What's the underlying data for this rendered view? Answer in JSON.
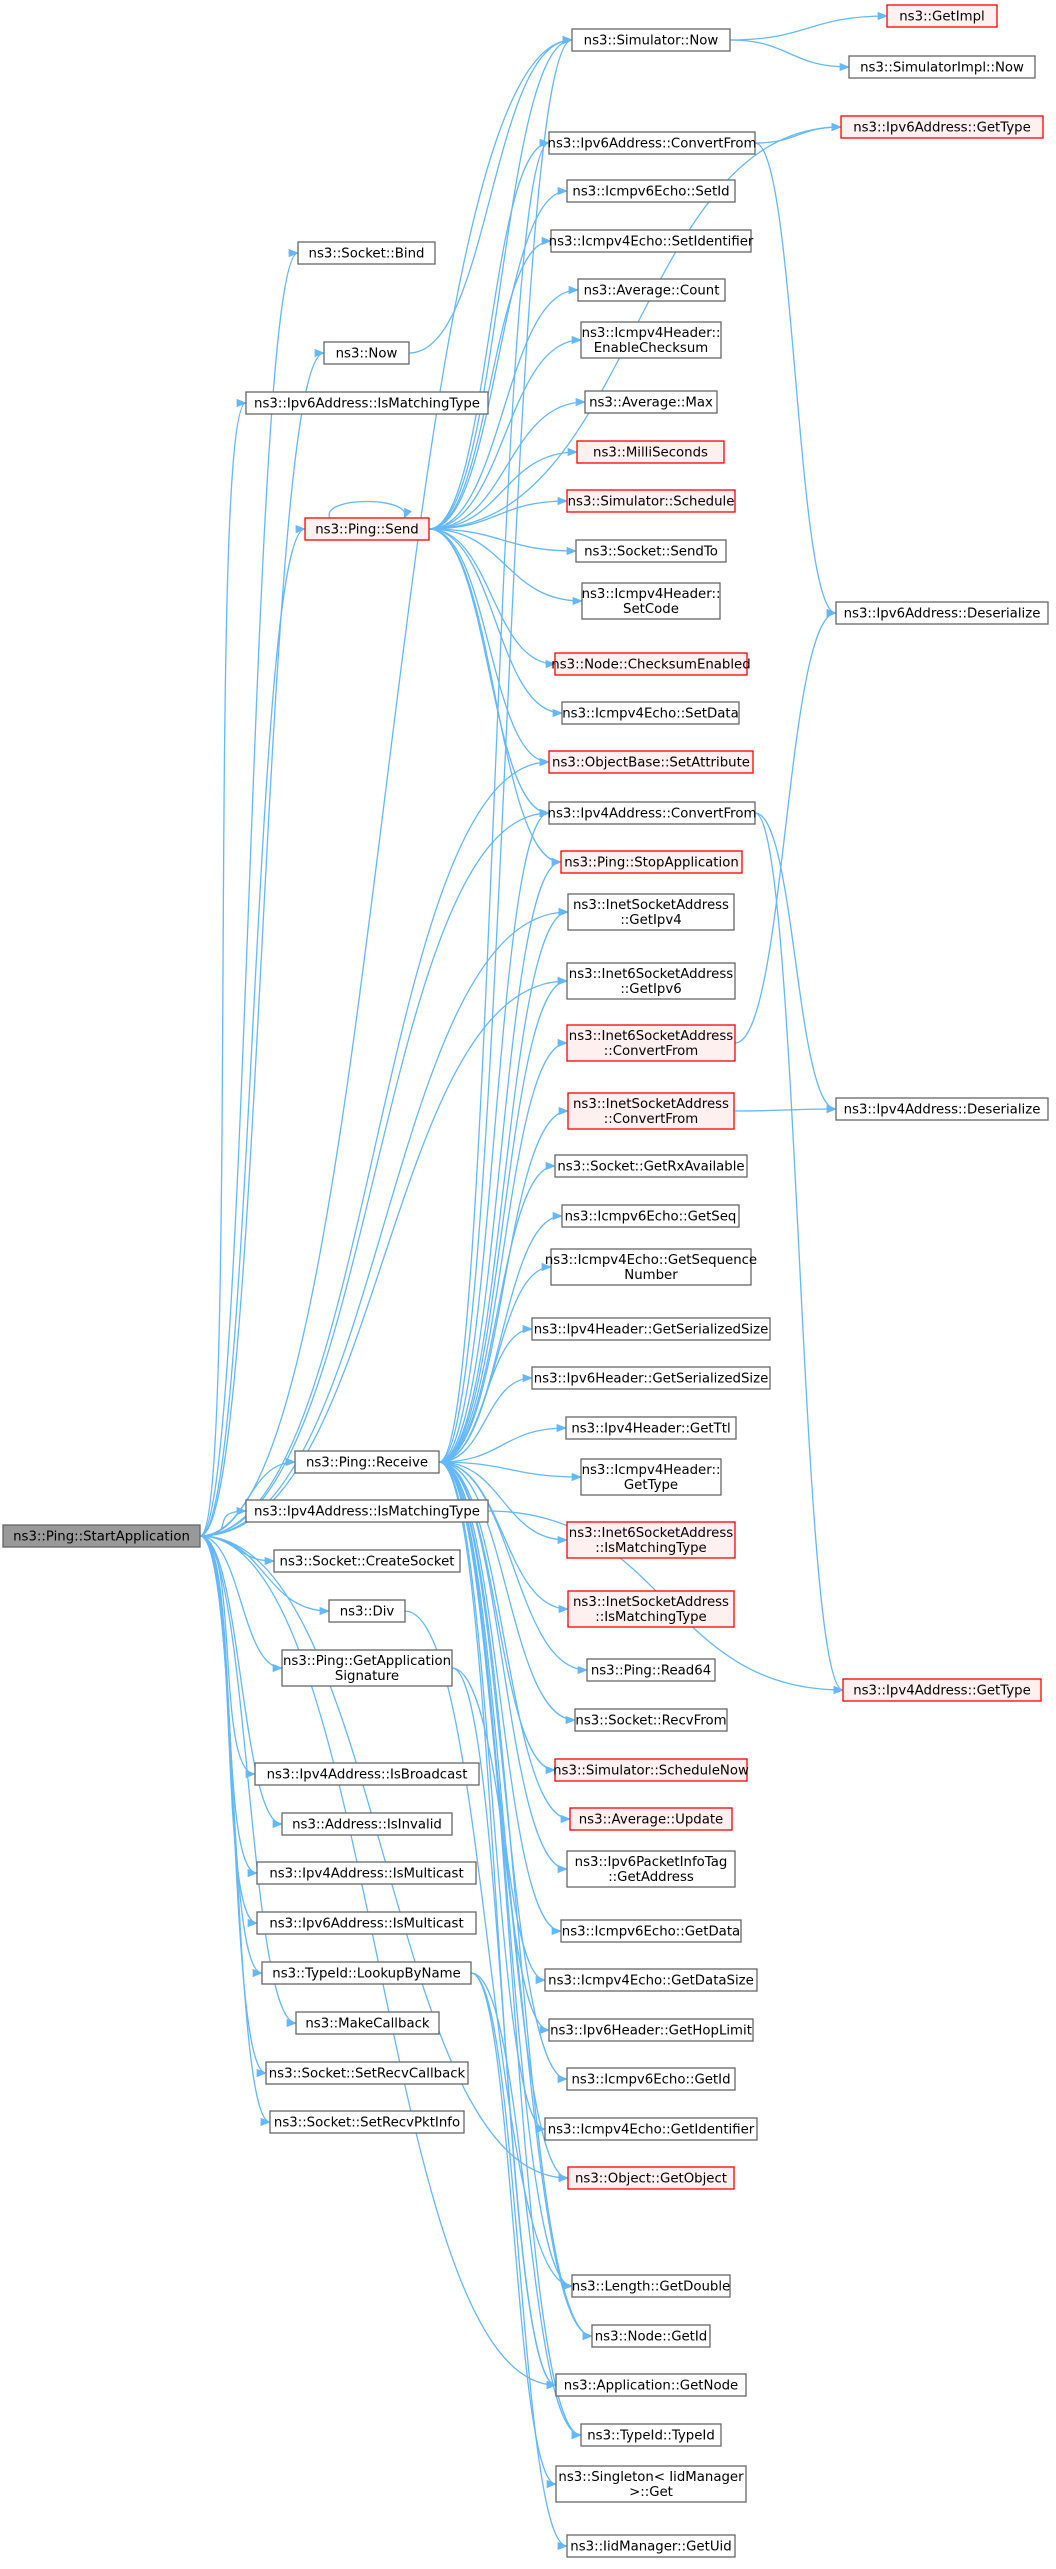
{
  "colors": {
    "edge": "#63b8ff",
    "node_fill": "#ffffff",
    "node_stroke": "#666666",
    "red_fill": "#fff0f0",
    "red_stroke": "#ff0000",
    "root_fill": "#999999"
  },
  "nodes": [
    {
      "id": "start",
      "lines": [
        "ns3::Ping::StartApplication"
      ],
      "style": "root"
    },
    {
      "id": "bind",
      "lines": [
        "ns3::Socket::Bind"
      ],
      "style": "normal"
    },
    {
      "id": "now1",
      "lines": [
        "ns3::Now"
      ],
      "style": "normal"
    },
    {
      "id": "ipv6match",
      "lines": [
        "ns3::Ipv6Address::IsMatchingType"
      ],
      "style": "normal"
    },
    {
      "id": "send",
      "lines": [
        "ns3::Ping::Send"
      ],
      "style": "red"
    },
    {
      "id": "receive",
      "lines": [
        "ns3::Ping::Receive"
      ],
      "style": "normal"
    },
    {
      "id": "ipv4match",
      "lines": [
        "ns3::Ipv4Address::IsMatchingType"
      ],
      "style": "normal"
    },
    {
      "id": "createsock",
      "lines": [
        "ns3::Socket::CreateSocket"
      ],
      "style": "normal"
    },
    {
      "id": "div",
      "lines": [
        "ns3::Div"
      ],
      "style": "normal"
    },
    {
      "id": "getappsig",
      "lines": [
        "ns3::Ping::GetApplication",
        "Signature"
      ],
      "style": "normal"
    },
    {
      "id": "isbcast",
      "lines": [
        "ns3::Ipv4Address::IsBroadcast"
      ],
      "style": "normal"
    },
    {
      "id": "isinvalid",
      "lines": [
        "ns3::Address::IsInvalid"
      ],
      "style": "normal"
    },
    {
      "id": "ipv4mcast",
      "lines": [
        "ns3::Ipv4Address::IsMulticast"
      ],
      "style": "normal"
    },
    {
      "id": "ipv6mcast",
      "lines": [
        "ns3::Ipv6Address::IsMulticast"
      ],
      "style": "normal"
    },
    {
      "id": "lookup",
      "lines": [
        "ns3::TypeId::LookupByName"
      ],
      "style": "normal"
    },
    {
      "id": "makecb",
      "lines": [
        "ns3::MakeCallback"
      ],
      "style": "normal"
    },
    {
      "id": "setrecvcb",
      "lines": [
        "ns3::Socket::SetRecvCallback"
      ],
      "style": "normal"
    },
    {
      "id": "setrecvpkt",
      "lines": [
        "ns3::Socket::SetRecvPktInfo"
      ],
      "style": "normal"
    },
    {
      "id": "simnow",
      "lines": [
        "ns3::Simulator::Now"
      ],
      "style": "normal"
    },
    {
      "id": "ipv6conv",
      "lines": [
        "ns3::Ipv6Address::ConvertFrom"
      ],
      "style": "normal"
    },
    {
      "id": "icmp6setid",
      "lines": [
        "ns3::Icmpv6Echo::SetId"
      ],
      "style": "normal"
    },
    {
      "id": "icmp4setident",
      "lines": [
        "ns3::Icmpv4Echo::SetIdentifier"
      ],
      "style": "normal"
    },
    {
      "id": "avgcount",
      "lines": [
        "ns3::Average::Count"
      ],
      "style": "normal"
    },
    {
      "id": "icmp4enable",
      "lines": [
        "ns3::Icmpv4Header::",
        "EnableChecksum"
      ],
      "style": "normal"
    },
    {
      "id": "avgmax",
      "lines": [
        "ns3::Average::Max"
      ],
      "style": "normal"
    },
    {
      "id": "millis",
      "lines": [
        "ns3::MilliSeconds"
      ],
      "style": "red"
    },
    {
      "id": "schedule",
      "lines": [
        "ns3::Simulator::Schedule"
      ],
      "style": "red"
    },
    {
      "id": "sendto",
      "lines": [
        "ns3::Socket::SendTo"
      ],
      "style": "normal"
    },
    {
      "id": "setcode",
      "lines": [
        "ns3::Icmpv4Header::",
        "SetCode"
      ],
      "style": "normal"
    },
    {
      "id": "checksumen",
      "lines": [
        "ns3::Node::ChecksumEnabled"
      ],
      "style": "red"
    },
    {
      "id": "icmp4setdata",
      "lines": [
        "ns3::Icmpv4Echo::SetData"
      ],
      "style": "normal"
    },
    {
      "id": "setattr",
      "lines": [
        "ns3::ObjectBase::SetAttribute"
      ],
      "style": "red"
    },
    {
      "id": "ipv4conv",
      "lines": [
        "ns3::Ipv4Address::ConvertFrom"
      ],
      "style": "normal"
    },
    {
      "id": "stopapp",
      "lines": [
        "ns3::Ping::StopApplication"
      ],
      "style": "red"
    },
    {
      "id": "getipv4",
      "lines": [
        "ns3::InetSocketAddress",
        "::GetIpv4"
      ],
      "style": "normal"
    },
    {
      "id": "getipv6",
      "lines": [
        "ns3::Inet6SocketAddress",
        "::GetIpv6"
      ],
      "style": "normal"
    },
    {
      "id": "inet6conv",
      "lines": [
        "ns3::Inet6SocketAddress",
        "::ConvertFrom"
      ],
      "style": "red"
    },
    {
      "id": "inetconv",
      "lines": [
        "ns3::InetSocketAddress",
        "::ConvertFrom"
      ],
      "style": "red"
    },
    {
      "id": "rxavail",
      "lines": [
        "ns3::Socket::GetRxAvailable"
      ],
      "style": "normal"
    },
    {
      "id": "icmp6getseq",
      "lines": [
        "ns3::Icmpv6Echo::GetSeq"
      ],
      "style": "normal"
    },
    {
      "id": "icmp4getseqnum",
      "lines": [
        "ns3::Icmpv4Echo::GetSequence",
        "Number"
      ],
      "style": "normal"
    },
    {
      "id": "ipv4hsize",
      "lines": [
        "ns3::Ipv4Header::GetSerializedSize"
      ],
      "style": "normal"
    },
    {
      "id": "ipv6hsize",
      "lines": [
        "ns3::Ipv6Header::GetSerializedSize"
      ],
      "style": "normal"
    },
    {
      "id": "ipv4ttl",
      "lines": [
        "ns3::Ipv4Header::GetTtl"
      ],
      "style": "normal"
    },
    {
      "id": "icmp4gettype",
      "lines": [
        "ns3::Icmpv4Header::",
        "GetType"
      ],
      "style": "normal"
    },
    {
      "id": "inet6match",
      "lines": [
        "ns3::Inet6SocketAddress",
        "::IsMatchingType"
      ],
      "style": "red"
    },
    {
      "id": "inetmatch",
      "lines": [
        "ns3::InetSocketAddress",
        "::IsMatchingType"
      ],
      "style": "red"
    },
    {
      "id": "read64",
      "lines": [
        "ns3::Ping::Read64"
      ],
      "style": "normal"
    },
    {
      "id": "recvfrom",
      "lines": [
        "ns3::Socket::RecvFrom"
      ],
      "style": "normal"
    },
    {
      "id": "schednow",
      "lines": [
        "ns3::Simulator::ScheduleNow"
      ],
      "style": "red"
    },
    {
      "id": "avgupdate",
      "lines": [
        "ns3::Average::Update"
      ],
      "style": "red"
    },
    {
      "id": "pktinfoaddr",
      "lines": [
        "ns3::Ipv6PacketInfoTag",
        "::GetAddress"
      ],
      "style": "normal"
    },
    {
      "id": "icmp6getdata",
      "lines": [
        "ns3::Icmpv6Echo::GetData"
      ],
      "style": "normal"
    },
    {
      "id": "icmp4getdatasize",
      "lines": [
        "ns3::Icmpv4Echo::GetDataSize"
      ],
      "style": "normal"
    },
    {
      "id": "hoplimit",
      "lines": [
        "ns3::Ipv6Header::GetHopLimit"
      ],
      "style": "normal"
    },
    {
      "id": "icmp6getid",
      "lines": [
        "ns3::Icmpv6Echo::GetId"
      ],
      "style": "normal"
    },
    {
      "id": "icmp4getident",
      "lines": [
        "ns3::Icmpv4Echo::GetIdentifier"
      ],
      "style": "normal"
    },
    {
      "id": "getobject",
      "lines": [
        "ns3::Object::GetObject"
      ],
      "style": "red"
    },
    {
      "id": "getdouble",
      "lines": [
        "ns3::Length::GetDouble"
      ],
      "style": "normal"
    },
    {
      "id": "nodegetid",
      "lines": [
        "ns3::Node::GetId"
      ],
      "style": "normal"
    },
    {
      "id": "getnode",
      "lines": [
        "ns3::Application::GetNode"
      ],
      "style": "normal"
    },
    {
      "id": "typeid",
      "lines": [
        "ns3::TypeId::TypeId"
      ],
      "style": "normal"
    },
    {
      "id": "singleton",
      "lines": [
        "ns3::Singleton< IidManager",
        ">::Get"
      ],
      "style": "normal"
    },
    {
      "id": "getuid",
      "lines": [
        "ns3::IidManager::GetUid"
      ],
      "style": "normal"
    },
    {
      "id": "getimpl",
      "lines": [
        "ns3::GetImpl"
      ],
      "style": "red"
    },
    {
      "id": "simimplnow",
      "lines": [
        "ns3::SimulatorImpl::Now"
      ],
      "style": "normal"
    },
    {
      "id": "ipv6gettype",
      "lines": [
        "ns3::Ipv6Address::GetType"
      ],
      "style": "red"
    },
    {
      "id": "ipv6deser",
      "lines": [
        "ns3::Ipv6Address::Deserialize"
      ],
      "style": "normal"
    },
    {
      "id": "ipv4deser",
      "lines": [
        "ns3::Ipv4Address::Deserialize"
      ],
      "style": "normal"
    },
    {
      "id": "ipv4gettype",
      "lines": [
        "ns3::Ipv4Address::GetType"
      ],
      "style": "red"
    }
  ]
}
